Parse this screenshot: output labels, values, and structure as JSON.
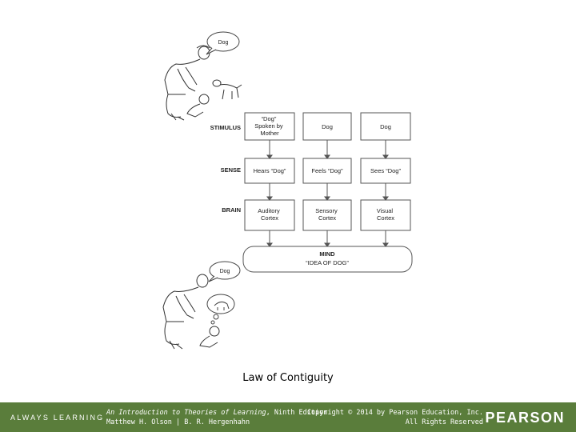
{
  "diagram": {
    "top_figure": {
      "speech_bubble": "Dog"
    },
    "bottom_figure": {
      "speech_bubble": "Dog"
    },
    "rows": {
      "stimulus": "STIMULUS",
      "sense": "SENSE",
      "brain": "BRAIN"
    },
    "columns": [
      {
        "stimulus": [
          "“Dog”",
          "Spoken by",
          "Mother"
        ],
        "sense": "Hears “Dog”",
        "brain": [
          "Auditory",
          "Cortex"
        ]
      },
      {
        "stimulus": [
          "Dog"
        ],
        "sense": "Feels “Dog”",
        "brain": [
          "Sensory",
          "Cortex"
        ]
      },
      {
        "stimulus": [
          "Dog"
        ],
        "sense": "Sees “Dog”",
        "brain": [
          "Visual",
          "Cortex"
        ]
      }
    ],
    "mind": {
      "title": "MIND",
      "subtitle": "“IDEA OF DOG”"
    }
  },
  "caption": "Law of Contiguity",
  "footer": {
    "left": "ALWAYS LEARNING",
    "book_title": "An Introduction to Theories of Learning",
    "book_edition": ", Ninth Edition",
    "authors": "Matthew H. Olson | B. R. Hergenhahn",
    "copyright": "Copyright © 2014 by Pearson Education, Inc.",
    "rights": "All Rights Reserved",
    "brand": "PEARSON"
  },
  "colors": {
    "footer_bg": "#5a7d3b",
    "line": "#555555"
  }
}
